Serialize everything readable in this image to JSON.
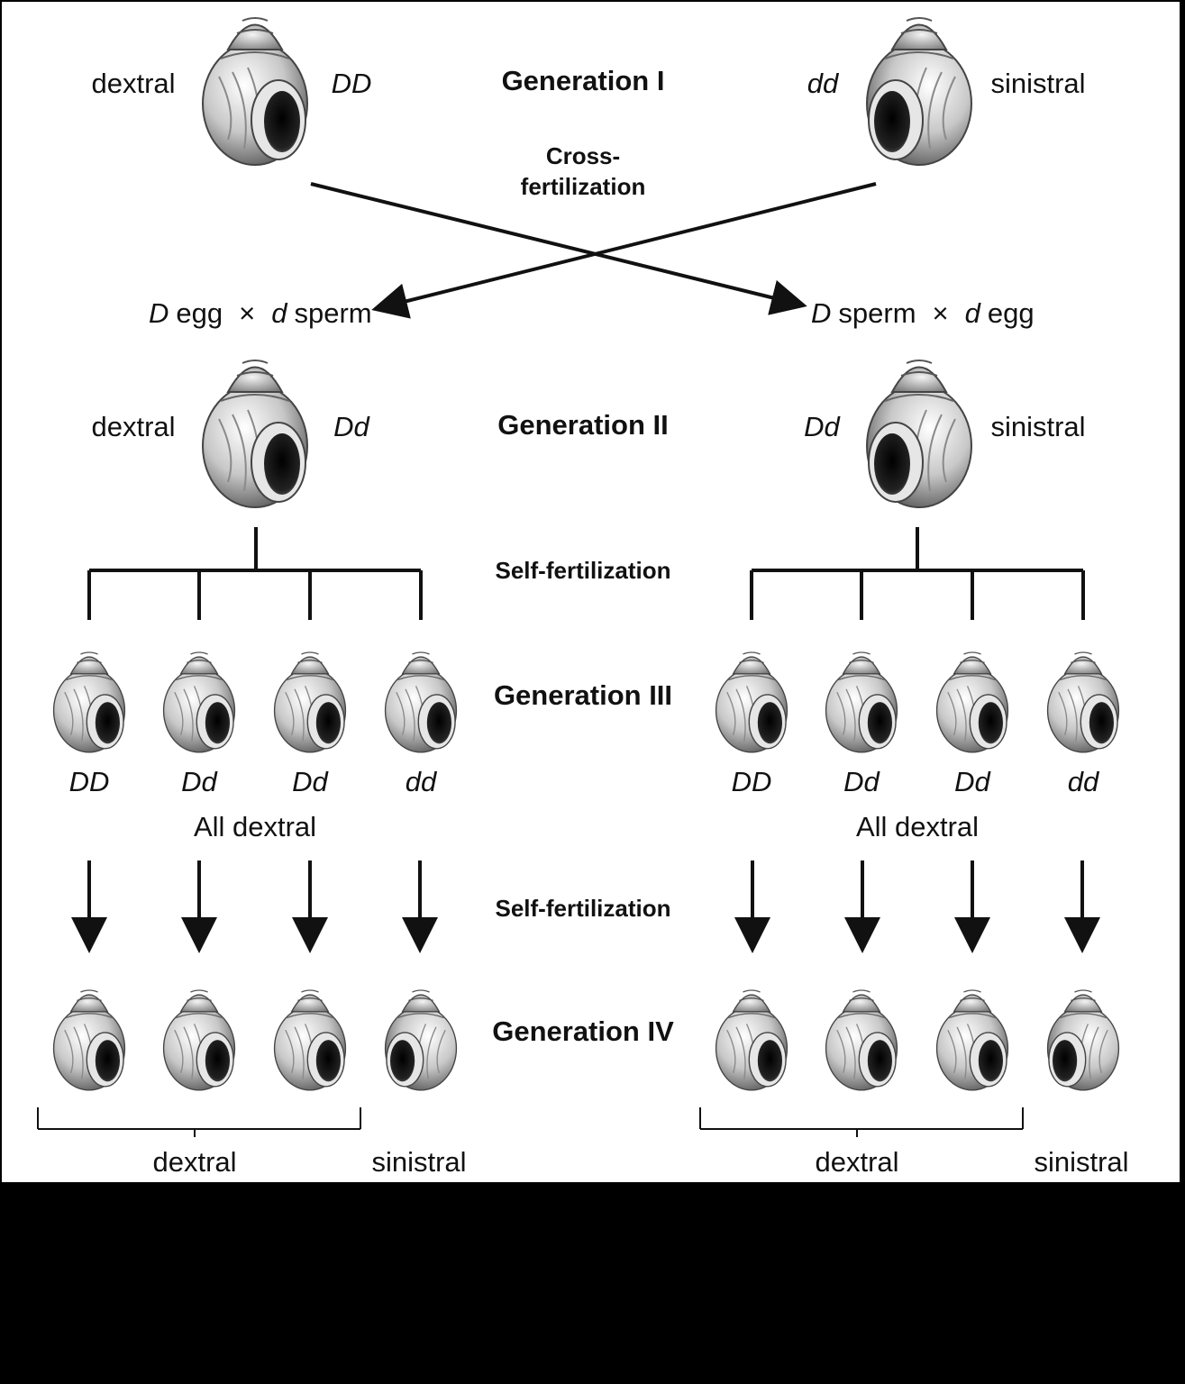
{
  "generation_1": {
    "label": "Generation I",
    "left_phenotype": "dextral",
    "left_genotype": "DD",
    "right_genotype": "dd",
    "right_phenotype": "sinistral",
    "cross_label_line1": "Cross-",
    "cross_label_line2": "fertilization"
  },
  "cross": {
    "left": {
      "allele1": "D",
      "word1": "egg",
      "times": "×",
      "allele2": "d",
      "word2": "sperm"
    },
    "right": {
      "allele1": "D",
      "word1": "sperm",
      "times": "×",
      "allele2": "d",
      "word2": "egg"
    }
  },
  "generation_2": {
    "label": "Generation II",
    "left_phenotype": "dextral",
    "left_genotype": "Dd",
    "right_genotype": "Dd",
    "right_phenotype": "sinistral"
  },
  "self_fert_1": "Self-fertilization",
  "generation_3": {
    "label": "Generation III",
    "left_genotypes": [
      "DD",
      "Dd",
      "Dd",
      "dd"
    ],
    "right_genotypes": [
      "DD",
      "Dd",
      "Dd",
      "dd"
    ],
    "left_summary": "All dextral",
    "right_summary": "All dextral"
  },
  "self_fert_2": "Self-fertilization",
  "generation_4": {
    "label": "Generation IV",
    "left_bracket_label": "dextral",
    "left_single_label": "sinistral",
    "right_bracket_label": "dextral",
    "right_single_label": "sinistral"
  },
  "colors": {
    "background": "#000000",
    "panel": "#ffffff",
    "ink": "#111111"
  }
}
